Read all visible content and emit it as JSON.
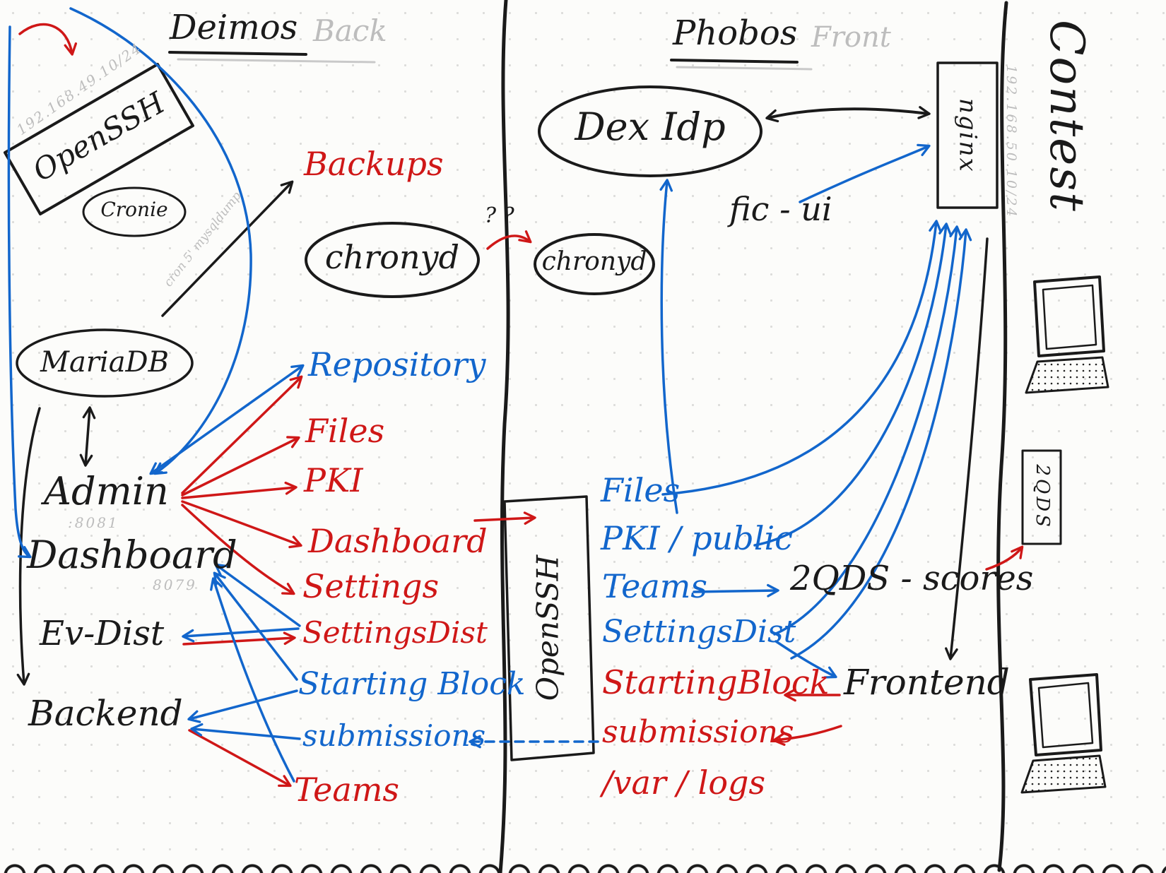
{
  "colors": {
    "black": "#1a1a1a",
    "red": "#cf1717",
    "blue": "#1266cc",
    "gray": "#bdbdbd"
  },
  "deimos": {
    "title": "Deimos",
    "subtitle": "Back",
    "ip": "192.168.49.10/24",
    "openssh": "OpenSSH",
    "cronie": "Cronie",
    "backups": "Backups",
    "cron_note": "cron 5' mysqldump",
    "chronyd": "chronyd",
    "mariadb": "MariaDB",
    "admin": "Admin",
    "admin_port": ":8081",
    "dashboard": "Dashboard",
    "dashboard_port": "8079",
    "evdist": "Ev-Dist",
    "backend": "Backend",
    "labels": {
      "repository": "Repository",
      "files": "Files",
      "pki": "PKI",
      "dashboard": "Dashboard",
      "settings": "Settings",
      "settingsdist": "SettingsDist",
      "startingblock": "Starting Block",
      "submissions": "submissions",
      "teams": "Teams"
    }
  },
  "phobos": {
    "title": "Phobos",
    "subtitle": "Front",
    "ip": "192.168.50.10/24",
    "dexidp": "Dex Idp",
    "chronyd": "chronyd",
    "question_marks": "? ?",
    "ficui": "fic - ui",
    "nginx": "nginx",
    "openssh": "OpenSSH",
    "labels": {
      "files": "Files",
      "pki_public": "PKI / public",
      "teams": "Teams",
      "settingsdist": "SettingsDist",
      "startingblock": "StartingBlock",
      "submissions": "submissions",
      "varlogs": "/var / logs"
    },
    "qds_scores": "2QDS - scores",
    "frontend": "Frontend"
  },
  "contest": {
    "title": "Contest",
    "qds": "2QDS"
  }
}
